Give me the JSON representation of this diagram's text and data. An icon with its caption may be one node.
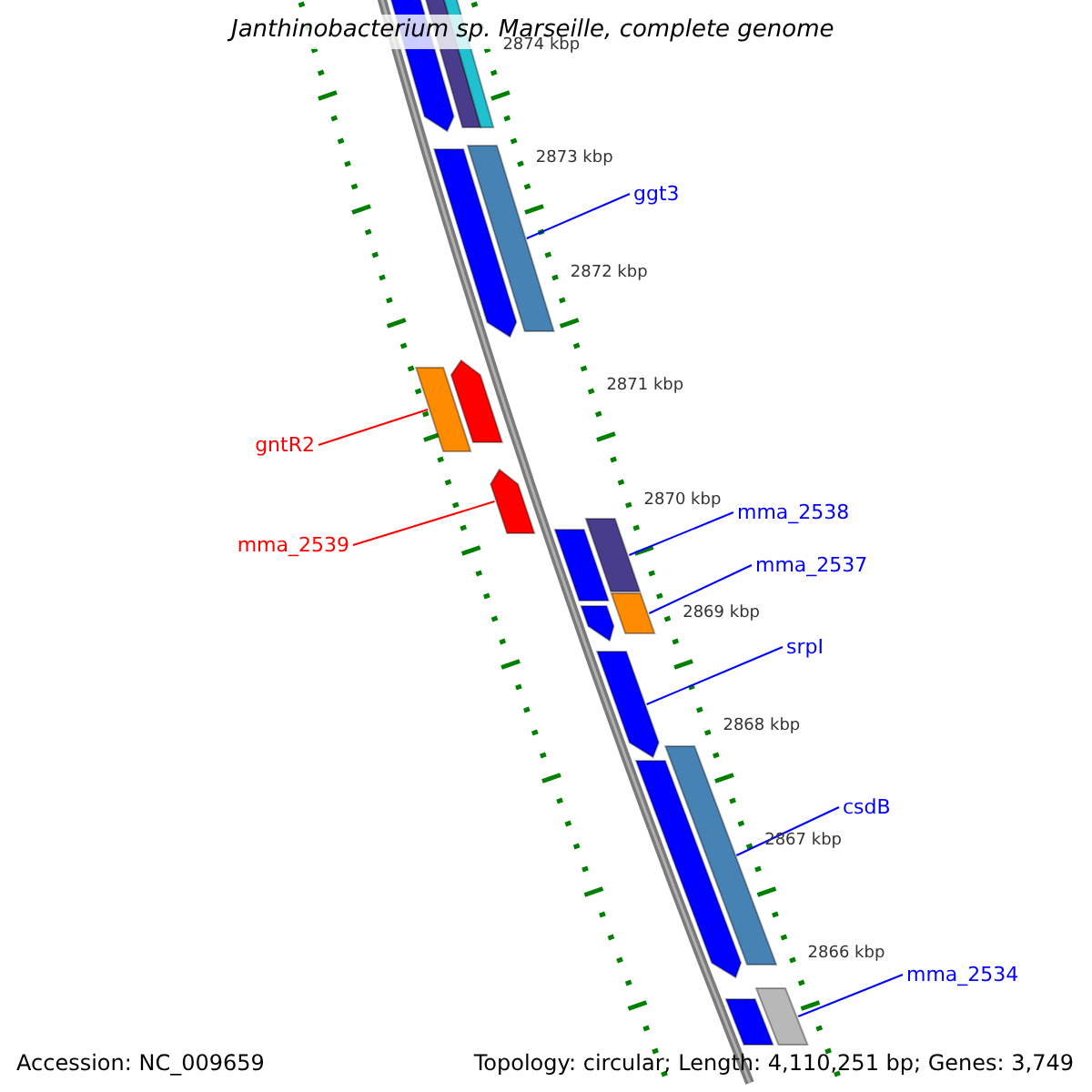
{
  "diagram": {
    "title": "Janthinobacterium sp. Marseille, complete genome",
    "nodes": [
      {
        "text": [
          "ggt3"
        ]
      },
      {
        "text": [],
        "shape": "bar"
      },
      {
        "text": [
          "gntR2"
        ]
      },
      {
        "text": [],
        "shape": "bar"
      },
      {
        "text": [
          "mma_2539"
        ]
      },
      {
        "text": [],
        "shape": "bar"
      },
      {
        "text": [
          "mma_2538"
        ]
      },
      {
        "text": [],
        "shape": "bar"
      },
      {
        "text": [
          "mma_2537"
        ]
      },
      {
        "text": [],
        "shape": "bar"
      },
      {
        "text": [
          "srpI"
        ]
      },
      {
        "text": [],
        "shape": "bar"
      },
      {
        "text": [
          "csdB"
        ]
      },
      {
        "text": [],
        "shape": "bar"
      },
      {
        "text": [
          "mma_2534"
        ]
      },
      {
        "text": [],
        "shape": "bar"
      },
      {
        "text": [],
        "shape": "bar"
      },
      {
        "text": [],
        "shape": "bar"
      },
      {
        "text": [],
        "shape": "bar"
      },
      {
        "text": [],
        "shape": "bar"
      },
      {
        "text": [],
        "shape": "bar"
      },
      {
        "text": [],
        "shape": "bar"
      },
      {
        "text": [],
        "shape": "bar"
      },
      {
        "text": [],
        "shape": "bar"
      },
      {
        "text": [],
        "shape": "bar"
      }
    ],
    "edges": [
      {
        "from": 0,
        "to": 1,
        "arrow": "none"
      },
      {
        "from": 2,
        "to": 3,
        "arrow": "none",
        "color": "#ff0000"
      },
      {
        "from": 4,
        "to": 5,
        "arrow": "none",
        "color": "#ff0000"
      },
      {
        "from": 6,
        "to": 7,
        "arrow": "none"
      },
      {
        "from": 8,
        "to": 9,
        "arrow": "none"
      },
      {
        "from": 10,
        "to": 11,
        "arrow": "none"
      },
      {
        "from": 12,
        "to": 13,
        "arrow": "none"
      },
      {
        "from": 14,
        "to": 15,
        "arrow": "none"
      }
    ],
    "labels": [
      "2874 kbp",
      "2873 kbp",
      "2872 kbp",
      "2871 kbp",
      "2870 kbp",
      "2869 kbp",
      "2868 kbp",
      "2867 kbp",
      "2866 kbp",
      "Accession: NC_009659",
      "Topology: circular; Length: 4,110,251 bp; Genes: 3,749"
    ]
  }
}
